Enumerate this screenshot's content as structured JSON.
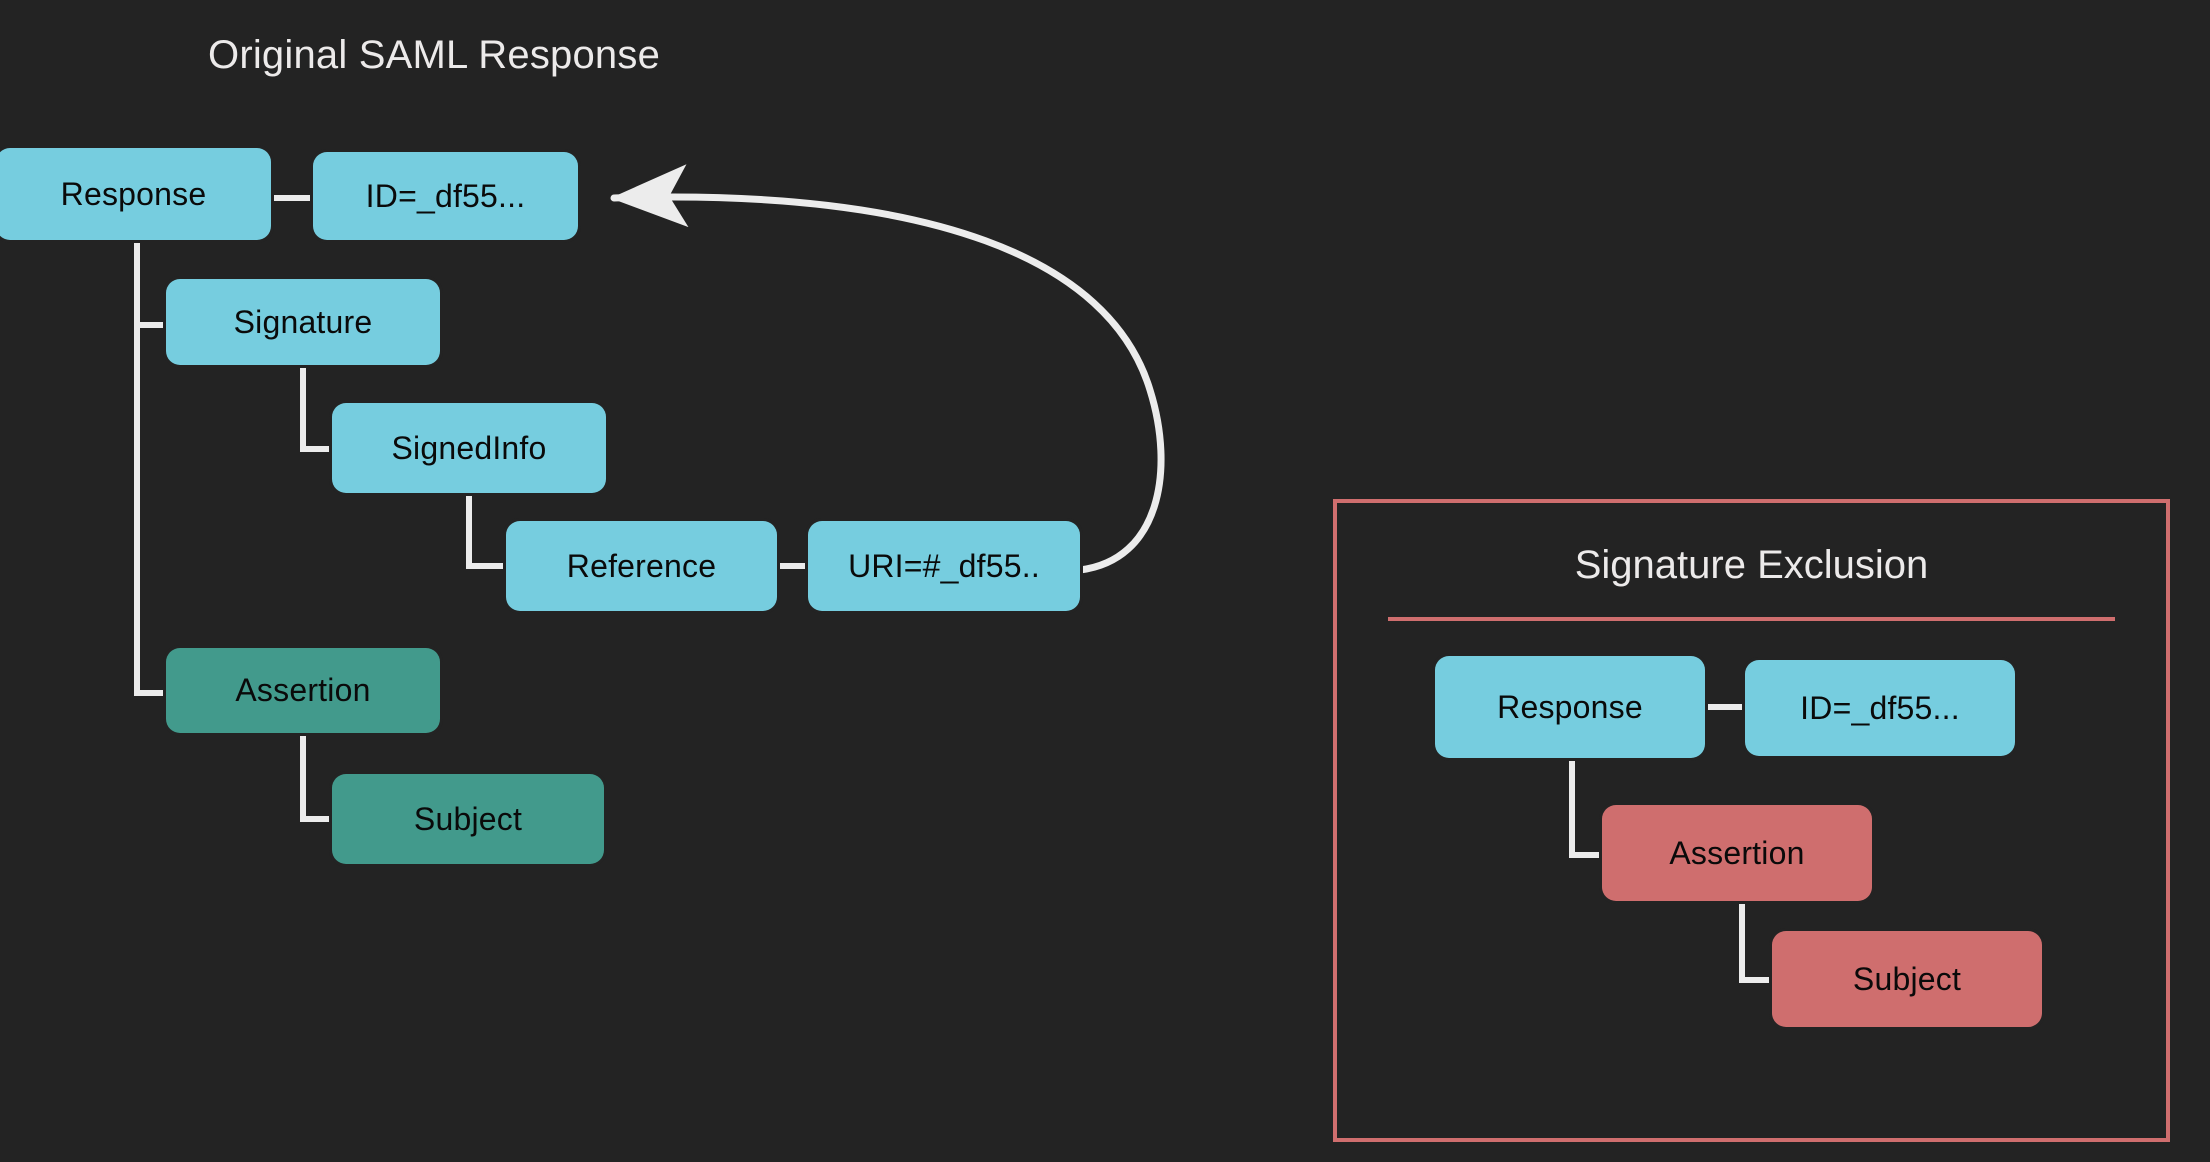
{
  "background_color": "#232323",
  "colors": {
    "node_blue": "#76cddf",
    "node_teal": "#429a8c",
    "node_red": "#cf6e6e",
    "edge_white": "#ececec",
    "title_text": "#eceaea",
    "node_text": "#0a0a0a",
    "panel_border": "#cf6e6e"
  },
  "left_section": {
    "title": "Original SAML Response",
    "nodes": [
      {
        "id": "response",
        "label": "Response",
        "color": "blue"
      },
      {
        "id": "id-attr",
        "label": "ID=_df55...",
        "color": "blue"
      },
      {
        "id": "signature",
        "label": "Signature",
        "color": "blue"
      },
      {
        "id": "signedinfo",
        "label": "SignedInfo",
        "color": "blue"
      },
      {
        "id": "reference",
        "label": "Reference",
        "color": "blue"
      },
      {
        "id": "uri-attr",
        "label": "URI=#_df55..",
        "color": "blue"
      },
      {
        "id": "assertion",
        "label": "Assertion",
        "color": "teal"
      },
      {
        "id": "subject",
        "label": "Subject",
        "color": "teal"
      }
    ],
    "edges": [
      {
        "from": "response",
        "to": "id-attr",
        "style": "straight"
      },
      {
        "from": "response",
        "to": "signature",
        "style": "elbow"
      },
      {
        "from": "signature",
        "to": "signedinfo",
        "style": "elbow"
      },
      {
        "from": "signedinfo",
        "to": "reference",
        "style": "elbow"
      },
      {
        "from": "reference",
        "to": "uri-attr",
        "style": "straight"
      },
      {
        "from": "response",
        "to": "assertion",
        "style": "elbow"
      },
      {
        "from": "assertion",
        "to": "subject",
        "style": "elbow"
      },
      {
        "from": "uri-attr",
        "to": "id-attr",
        "style": "curved-arrow"
      }
    ]
  },
  "right_section": {
    "title": "Signature Exclusion",
    "nodes": [
      {
        "id": "x-response",
        "label": "Response",
        "color": "blue"
      },
      {
        "id": "x-id-attr",
        "label": "ID=_df55...",
        "color": "blue"
      },
      {
        "id": "x-assertion",
        "label": "Assertion",
        "color": "red"
      },
      {
        "id": "x-subject",
        "label": "Subject",
        "color": "red"
      }
    ],
    "edges": [
      {
        "from": "x-response",
        "to": "x-id-attr",
        "style": "straight"
      },
      {
        "from": "x-response",
        "to": "x-assertion",
        "style": "elbow"
      },
      {
        "from": "x-assertion",
        "to": "x-subject",
        "style": "elbow"
      }
    ]
  }
}
